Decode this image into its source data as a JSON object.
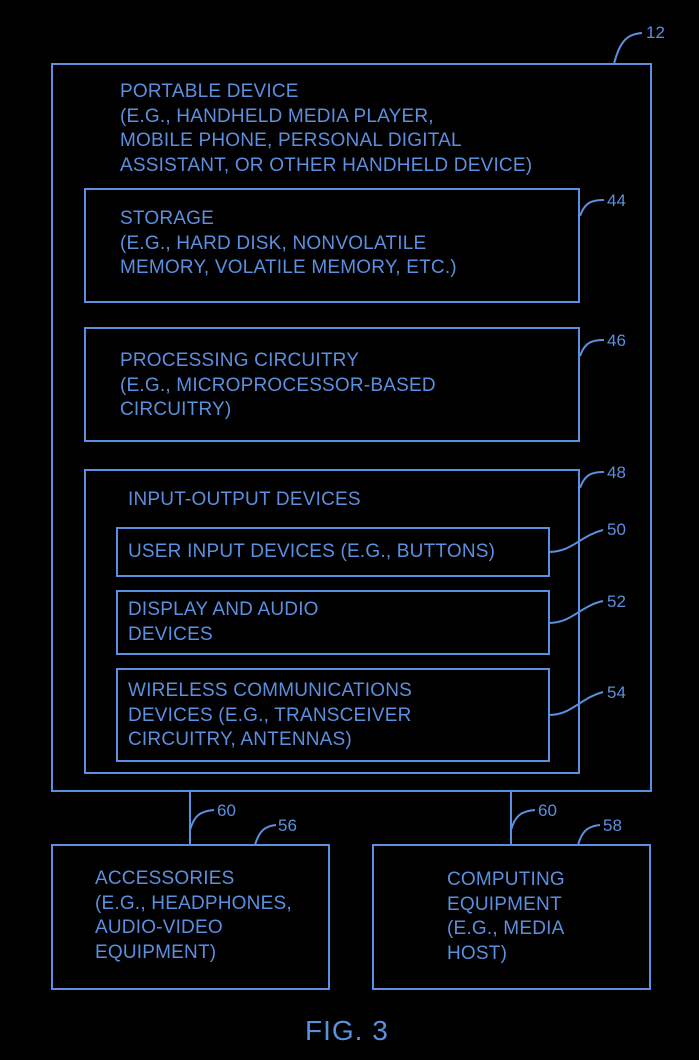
{
  "colors": {
    "background": "#000000",
    "line": "#5b8fe0"
  },
  "portable_device": {
    "ref": "12",
    "lines": [
      "PORTABLE DEVICE",
      "(E.G., HANDHELD MEDIA PLAYER,",
      "MOBILE PHONE, PERSONAL DIGITAL",
      "ASSISTANT, OR OTHER HANDHELD DEVICE)"
    ]
  },
  "storage": {
    "ref": "44",
    "lines": [
      "STORAGE",
      "(E.G., HARD DISK, NONVOLATILE",
      "MEMORY, VOLATILE MEMORY, ETC.)"
    ]
  },
  "processing": {
    "ref": "46",
    "lines": [
      "PROCESSING CIRCUITRY",
      "(E.G., MICROPROCESSOR-BASED",
      "CIRCUITRY)"
    ]
  },
  "io_devices": {
    "ref": "48",
    "lines": [
      "INPUT-OUTPUT DEVICES"
    ]
  },
  "user_input": {
    "ref": "50",
    "lines": [
      "USER INPUT DEVICES (E.G., BUTTONS)"
    ]
  },
  "display_audio": {
    "ref": "52",
    "lines": [
      "DISPLAY AND AUDIO",
      "DEVICES"
    ]
  },
  "wireless": {
    "ref": "54",
    "lines": [
      "WIRELESS COMMUNICATIONS",
      "DEVICES (E.G., TRANSCEIVER",
      "CIRCUITRY, ANTENNAS)"
    ]
  },
  "link_left": {
    "ref": "60"
  },
  "link_right": {
    "ref": "60"
  },
  "accessories": {
    "ref": "56",
    "lines": [
      "ACCESSORIES",
      "(E.G., HEADPHONES,",
      "AUDIO-VIDEO",
      "EQUIPMENT)"
    ]
  },
  "computing": {
    "ref": "58",
    "lines": [
      "COMPUTING",
      "EQUIPMENT",
      "(E.G., MEDIA",
      "HOST)"
    ]
  },
  "figure_label": "FIG. 3"
}
